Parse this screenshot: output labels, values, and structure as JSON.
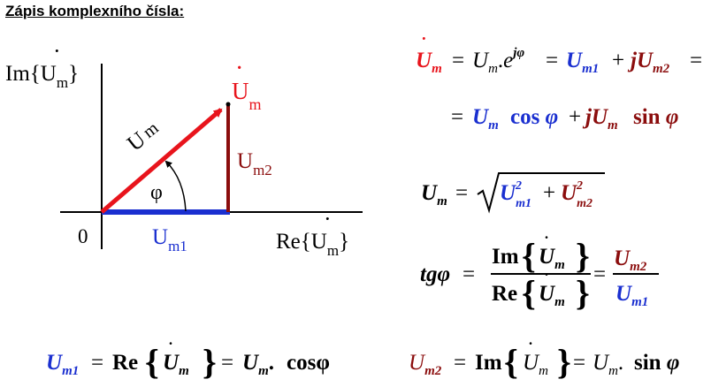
{
  "title": "Zápis komplexního čísla:",
  "colors": {
    "red": "#e8141c",
    "blue": "#1a2fd0",
    "darkred": "#8b0d0d",
    "black": "#000000"
  },
  "diagram": {
    "im_axis": "Im{",
    "re_axis": "Re{",
    "U": "U",
    "m": "m",
    "brace_close": "}",
    "origin": "0",
    "phasor_label_main": "U",
    "phasor_label_sub": "m",
    "magnitude_main": "U",
    "magnitude_sub": "m",
    "real_part_main": "U",
    "real_part_sub": "m1",
    "imag_part_main": "U",
    "imag_part_sub": "m2",
    "angle": "φ"
  },
  "formulas": {
    "f1": {
      "lhs": "U",
      "lhs_sub": "m",
      "eq": "=",
      "t1": "U",
      "t1_sub": "m",
      "dot": ".",
      "e": "e",
      "exp": "jφ",
      "t2": "U",
      "t2_sub": "m1",
      "plus": "+",
      "j": "j",
      "t3": "U",
      "t3_sub": "m2"
    },
    "f2": {
      "eq": "=",
      "t1": "U",
      "t1_sub": "m",
      "cos": "cos",
      "phi": "φ",
      "plus": "+",
      "j": "j",
      "t2": "U",
      "t2_sub": "m",
      "sin": "sin"
    },
    "f3": {
      "lhs": "U",
      "lhs_sub": "m",
      "eq": "=",
      "a": "U",
      "a_sub": "m1",
      "a_sup": "2",
      "plus": "+",
      "b": "U",
      "b_sub": "m2",
      "b_sup": "2"
    },
    "f4": {
      "lhs": "tgφ",
      "eq": "=",
      "num_op": "Im",
      "den_op": "Re",
      "U": "U",
      "U_sub": "m",
      "eq2": "=",
      "num2": "U",
      "num2_sub": "m2",
      "den2": "U",
      "den2_sub": "m1"
    },
    "f5": {
      "lhs": "U",
      "lhs_sub": "m1",
      "eq": "=",
      "op": "Re",
      "U": "U",
      "U_sub": "m",
      "eq2": "=",
      "t": "U",
      "t_sub": "m",
      "dot": ".",
      "fn": "cosφ"
    },
    "f6": {
      "lhs": "U",
      "lhs_sub": "m2",
      "eq": "=",
      "op": "Im",
      "U": "U",
      "U_sub": "m",
      "eq2": "=",
      "t": "U",
      "t_sub": "m",
      "dot": ".",
      "fn": "sin",
      "phi": "φ"
    }
  }
}
